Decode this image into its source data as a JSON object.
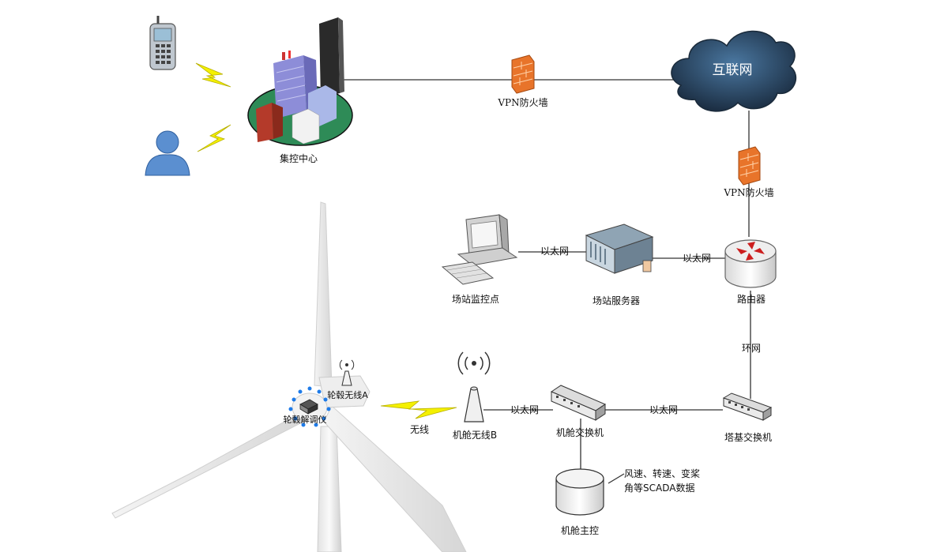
{
  "labels": {
    "control_center": "集控中心",
    "internet": "互联网",
    "vpn_firewall_top": "VPN防火墙",
    "vpn_firewall_right": "VPN防火墙",
    "ethernet_1": "以太网",
    "ethernet_2": "以太网",
    "ethernet_3": "以太网",
    "ethernet_4": "以太网",
    "station_monitor": "场站监控点",
    "station_server": "场站服务器",
    "router": "路由器",
    "ring_network": "环网",
    "nacelle_wireless_b": "机舱无线B",
    "wireless": "无线",
    "nacelle_switch": "机舱交换机",
    "tower_base_switch": "塔基交换机",
    "hub_wireless_a": "轮毂无线A",
    "hub_analyzer": "轮毂解调仪",
    "nacelle_main_control": "机舱主控",
    "scada_line1": "风速、转速、变桨",
    "scada_line2": "角等SCADA数据"
  },
  "colors": {
    "firewall": "#e8742a",
    "cloud": "#2b4a66",
    "ground": "#2e8b57",
    "lightning": "#f4f000"
  }
}
